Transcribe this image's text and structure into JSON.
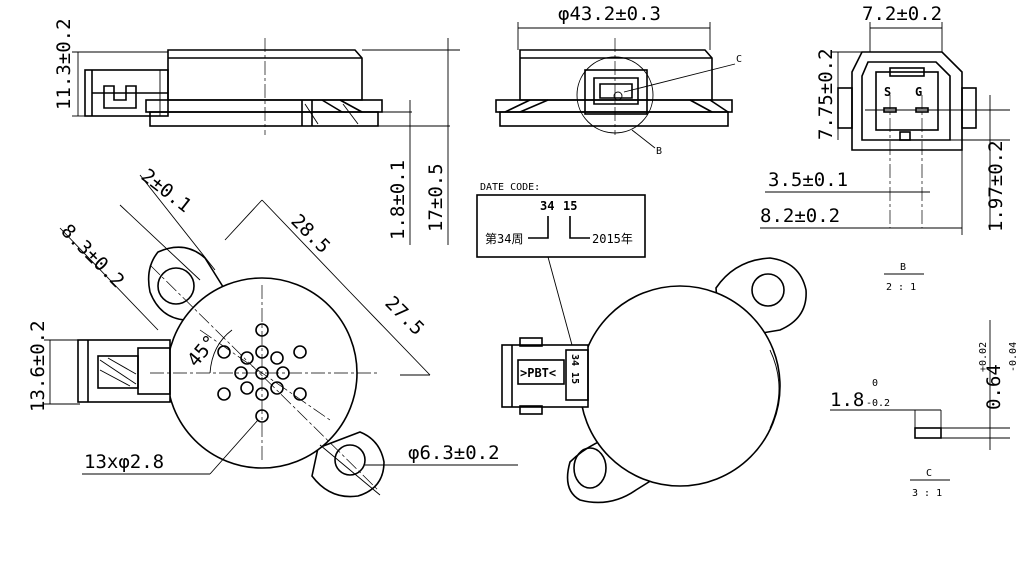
{
  "dimensions": {
    "top_width": "φ43.2±0.3",
    "height_left": "11.3±0.2",
    "connector_width": "7.2±0.2",
    "connector_height": "7.75±0.2",
    "pin_spacing": "3.5±0.1",
    "connector_depth": "8.2±0.2",
    "pin_offset": "1.97±0.2",
    "flange_thickness": "1.8±0.1",
    "total_height": "17±0.5",
    "slot_width": "2±0.1",
    "slot_length": "8.3±0.2",
    "mount_radius_1": "28.5",
    "mount_radius_2": "27.5",
    "angle": "45°",
    "side_height": "13.6±0.2",
    "holes": "13xφ2.8",
    "mount_hole": "φ6.3±0.2",
    "pin_length_main": "1.8",
    "pin_length_sup": "0",
    "pin_length_sub": "-0.2",
    "pin_thick_main": "0.64",
    "pin_thick_sup": "+0.02",
    "pin_thick_sub": "-0.04"
  },
  "connector": {
    "pin_s": "S",
    "pin_g": "G"
  },
  "date_code": {
    "label": "DATE CODE:",
    "week_num": "34",
    "year_num": "15",
    "week_text": "第34周",
    "year_text": "2015年"
  },
  "marking": {
    "material": ">PBT<",
    "code": "34 15"
  },
  "details": {
    "b_label": "B",
    "b_scale": "2 : 1",
    "c_label": "C",
    "c_scale": "3 : 1",
    "b_callout": "B",
    "c_callout": "C"
  }
}
